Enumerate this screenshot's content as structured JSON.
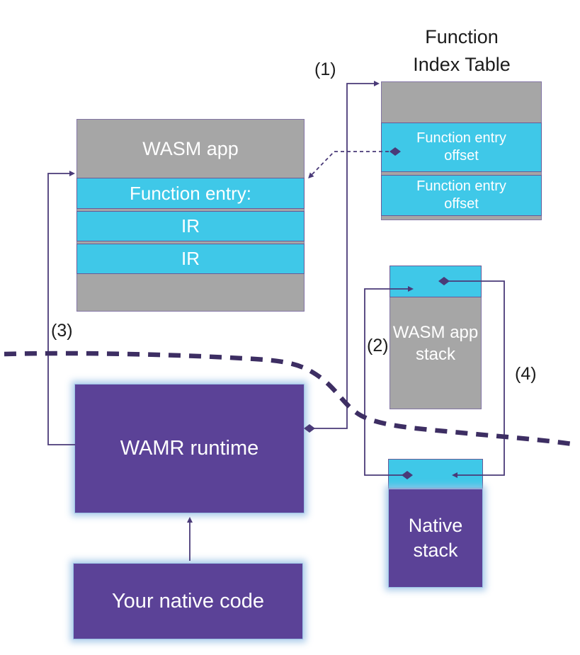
{
  "colors": {
    "gray_fill": "#a6a6a6",
    "cyan_fill": "#3fc8e8",
    "purple_fill": "#5b4297",
    "glow": "#9dc3e6",
    "line": "#4a3a78",
    "divider": "#3d2e63",
    "label_text": "#1c1c1c"
  },
  "function_index_table": {
    "title": "Function Index Table",
    "rows": [
      {
        "label": "Function entry offset"
      },
      {
        "label": "Function entry offset"
      }
    ]
  },
  "wasm_app": {
    "title": "WASM app",
    "rows": [
      "Function entry:",
      "IR",
      "IR"
    ]
  },
  "wasm_app_stack": {
    "label": "WASM app stack"
  },
  "wamr_runtime": {
    "label": "WAMR runtime"
  },
  "native_code": {
    "label": "Your native code"
  },
  "native_stack": {
    "label": "Native stack"
  },
  "annotations": {
    "n1": "(1)",
    "n2": "(2)",
    "n3": "(3)",
    "n4": "(4)"
  }
}
